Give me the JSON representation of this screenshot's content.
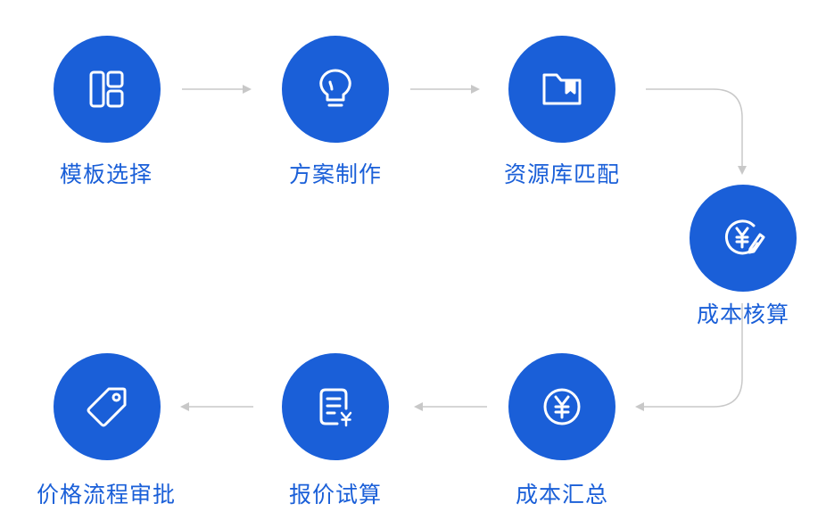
{
  "flow": {
    "steps": [
      {
        "label": "模板选择",
        "icon": "layout-grid-icon"
      },
      {
        "label": "方案制作",
        "icon": "lightbulb-icon"
      },
      {
        "label": "资源库匹配",
        "icon": "folder-bookmark-icon"
      },
      {
        "label": "成本核算",
        "icon": "yen-edit-icon"
      },
      {
        "label": "成本汇总",
        "icon": "yen-circle-icon"
      },
      {
        "label": "报价试算",
        "icon": "yen-document-icon"
      },
      {
        "label": "价格流程审批",
        "icon": "price-tag-icon"
      }
    ]
  },
  "colors": {
    "node_fill": "#1a5fd8",
    "label_text": "#1a5fd8",
    "connector": "#c8c8c8",
    "background": "#ffffff"
  }
}
